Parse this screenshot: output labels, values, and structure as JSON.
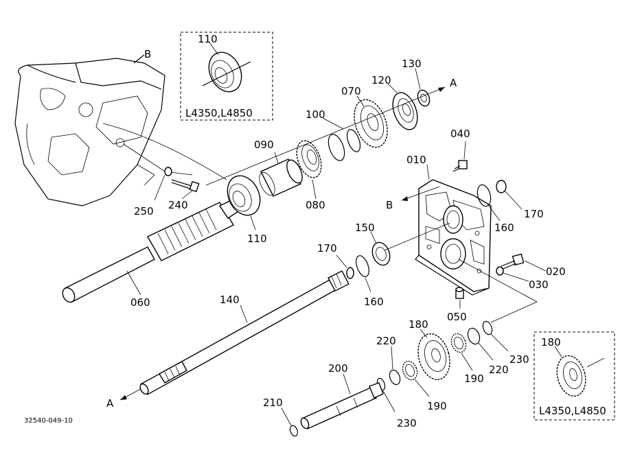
{
  "diagram": {
    "drawing_code": "32540-049-10",
    "callouts": {
      "p010": "010",
      "p020": "020",
      "p030": "030",
      "p040": "040",
      "p050": "050",
      "p060": "060",
      "p070": "070",
      "p080": "080",
      "p090": "090",
      "p100": "100",
      "p110": "110",
      "p120": "120",
      "p130": "130",
      "p140": "140",
      "p150": "150",
      "p160a": "160",
      "p160b": "160",
      "p170a": "170",
      "p170b": "170",
      "p180": "180",
      "p190a": "190",
      "p190b": "190",
      "p200": "200",
      "p210": "210",
      "p220a": "220",
      "p220b": "220",
      "p230a": "230",
      "p230b": "230",
      "p240": "240",
      "p250": "250"
    },
    "inset_top": {
      "part_label": "110",
      "models": "L4350,L4850"
    },
    "inset_bottom": {
      "part_label": "180",
      "models": "L4350,L4850"
    },
    "references": {
      "a_top": "A",
      "a_bottom": "A",
      "b_top": "B",
      "b_mid": "B"
    }
  }
}
